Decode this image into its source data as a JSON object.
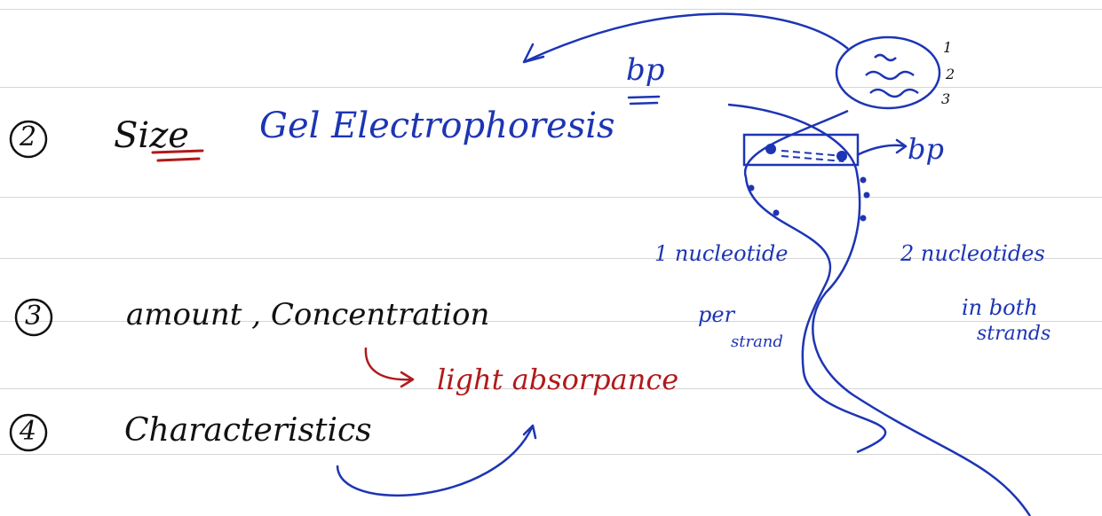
{
  "notes": {
    "item2": {
      "number": "2",
      "label": "Size",
      "method": "Gel Electrophoresis"
    },
    "item3": {
      "number": "3",
      "label": "amount , Concentration",
      "method": "light absorpance"
    },
    "item4": {
      "number": "4",
      "label": "Characteristics"
    },
    "bp_top": "bp",
    "bp_side": "bp",
    "strand_numbers": [
      "1",
      "2",
      "3"
    ],
    "left_strand_note": {
      "line1": "1 nucleotide",
      "line2": "per",
      "line3": "strand"
    },
    "right_strand_note": {
      "line1": "2 nucleotides",
      "line2": "in both",
      "line3": "strands"
    }
  },
  "colors": {
    "black_ink": "#111111",
    "blue_ink": "#1d35b4",
    "red_ink": "#b01a1a",
    "rule_line": "#d6d6d6"
  }
}
